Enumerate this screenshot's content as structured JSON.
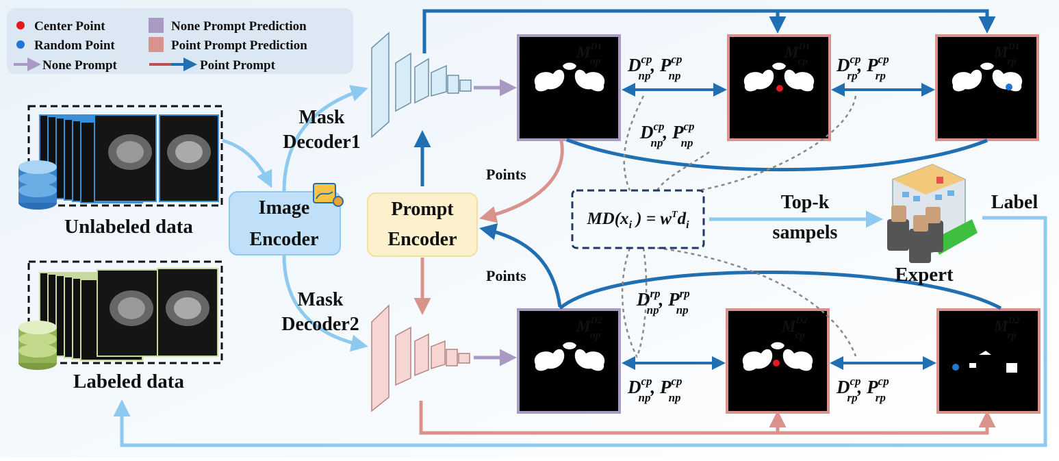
{
  "legend": {
    "center_point": "Center Point",
    "random_point": "Random Point",
    "none_prompt_prediction": "None Prompt Prediction",
    "point_prompt_prediction": "Point Prompt Prediction",
    "none_prompt": "None Prompt",
    "point_prompt": "Point Prompt"
  },
  "labels": {
    "unlabeled_data": "Unlabeled data",
    "labeled_data": "Labeled data",
    "image_encoder_line1": "Image",
    "image_encoder_line2": "Encoder",
    "prompt_encoder_line1": "Prompt",
    "prompt_encoder_line2": "Encoder",
    "mask_decoder1_line1": "Mask",
    "mask_decoder1_line2": "Decoder1",
    "mask_decoder2_line1": "Mask",
    "mask_decoder2_line2": "Decoder2",
    "points": "Points",
    "topk_line1": "Top-k",
    "topk_line2": "sampels",
    "expert": "Expert",
    "label": "Label"
  },
  "math": {
    "m": "M",
    "d": "D",
    "p": "P",
    "sep": ", ",
    "np": "np",
    "cp": "cp",
    "rp": "rp",
    "d1": "D1",
    "d2": "D2"
  },
  "formula": {
    "lhs": "MD(x",
    "lhs_sub": "i",
    "mid": " ) = w",
    "sup": "T",
    "rhs": "d",
    "rhs_sub": "i"
  },
  "colors": {
    "point_prompt_blue": "#1f6fb2",
    "none_prompt_purple": "#a99ac4",
    "point_prompt_pink": "#d9938c",
    "data_flow_light_blue": "#8ec9f0",
    "center_point_red": "#e31a1c",
    "random_point_blue": "#1f78d1",
    "image_encoder_fill": "#bfe0f8",
    "prompt_encoder_fill": "#fdf0cc"
  },
  "icons": [
    "database-icon",
    "image-gear-icon",
    "expert-icon"
  ]
}
